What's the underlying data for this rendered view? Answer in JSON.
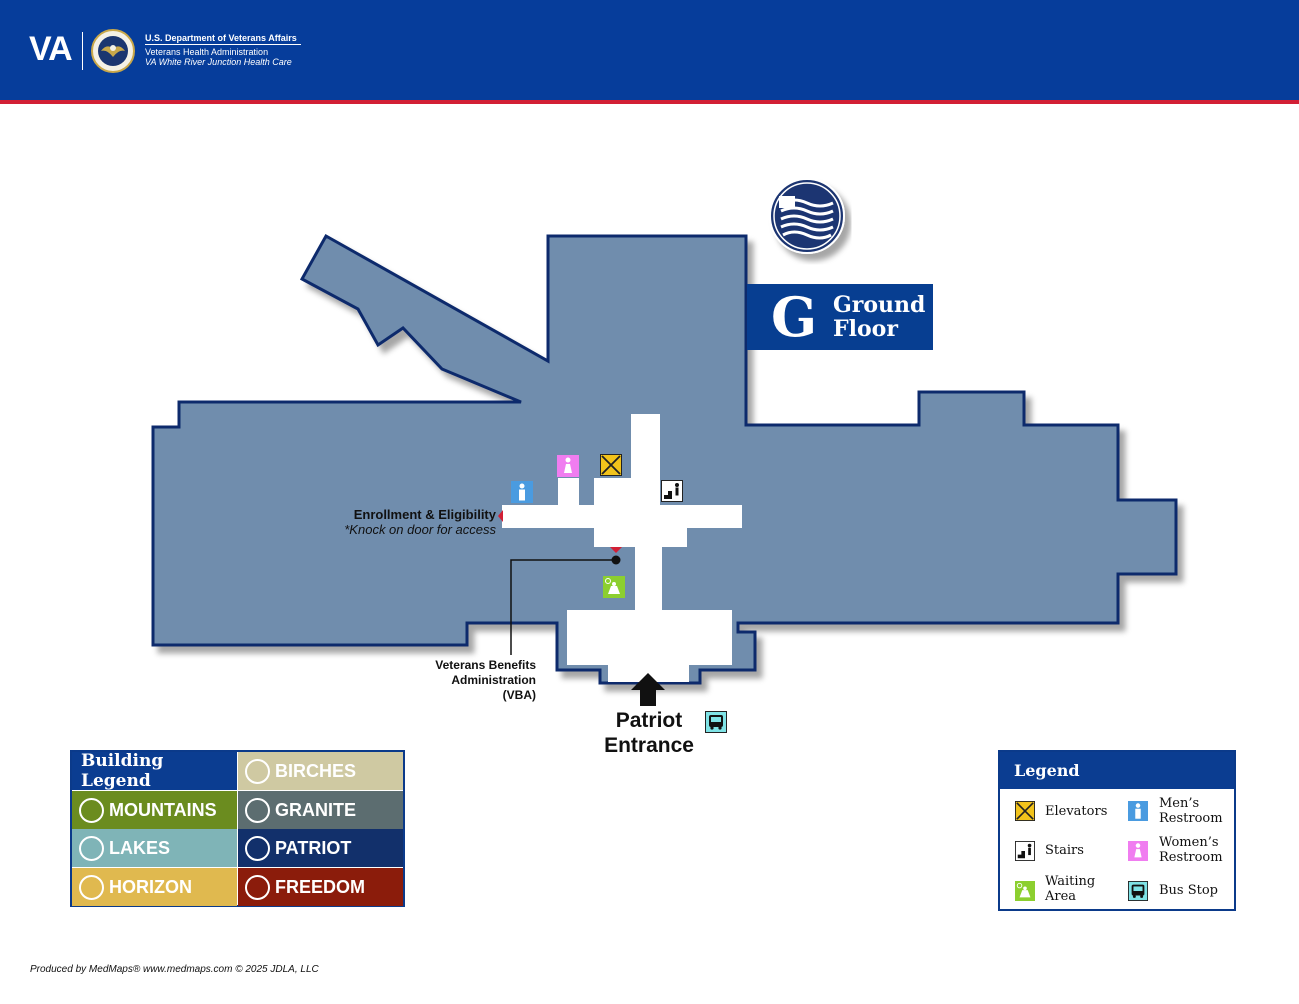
{
  "header": {
    "logo_text": "VA",
    "org_line1": "U.S. Department of Veterans Affairs",
    "org_line2": "Veterans Health Administration",
    "org_line3": "VA White River Junction Health Care"
  },
  "floor": {
    "letter": "G",
    "name": "Ground Floor",
    "badge_icon": "us-flag-icon"
  },
  "map_labels": {
    "enrollment_title": "Enrollment & Eligibility",
    "enrollment_note": "*Knock on door for access",
    "vba_label": "Veterans Benefits Administration (VBA)",
    "entrance_label": "Patriot Entrance"
  },
  "building_legend": {
    "title": "Building Legend",
    "buildings": [
      {
        "name": "BIRCHES",
        "color": "#cfc9a2",
        "icon": "leaf-icon"
      },
      {
        "name": "MOUNTAINS",
        "color": "#6b8c1f",
        "icon": "mountain-icon"
      },
      {
        "name": "GRANITE",
        "color": "#5c6d70",
        "icon": "granite-profile-icon"
      },
      {
        "name": "LAKES",
        "color": "#7fb4b7",
        "icon": "lake-icon"
      },
      {
        "name": "PATRIOT",
        "color": "#12306b",
        "icon": "flag-icon"
      },
      {
        "name": "HORIZON",
        "color": "#e0b94f",
        "icon": "sunrise-icon"
      },
      {
        "name": "FREEDOM",
        "color": "#8b1c0b",
        "icon": "statue-of-liberty-icon"
      }
    ]
  },
  "symbol_legend": {
    "title": "Legend",
    "items": [
      {
        "label": "Elevators",
        "icon": "elevator-icon"
      },
      {
        "label": "Men’s Restroom",
        "icon": "mens-restroom-icon"
      },
      {
        "label": "Stairs",
        "icon": "stairs-icon"
      },
      {
        "label": "Women’s Restroom",
        "icon": "womens-restroom-icon"
      },
      {
        "label": "Waiting Area",
        "icon": "waiting-area-icon"
      },
      {
        "label": "Bus Stop",
        "icon": "bus-stop-icon"
      }
    ]
  },
  "colors": {
    "header_blue": "#063d9b",
    "header_stripe": "#d21f35",
    "building_fill": "#6f8dad",
    "building_outline": "#102c6c",
    "elevator_yellow": "#f2c31b",
    "mens_blue": "#4a9be0",
    "womens_pink": "#f07df0",
    "waiting_green": "#8ccf2f",
    "bus_cyan": "#7fe3e6"
  },
  "footer": {
    "credit": "Produced by MedMaps®  www.medmaps.com   © 2025 JDLA, LLC"
  }
}
